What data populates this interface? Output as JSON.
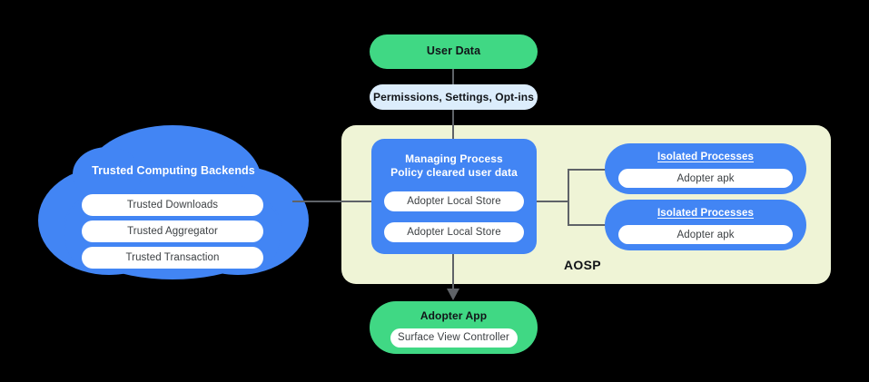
{
  "diagram": {
    "title": "AOSP trusted computing / adopter architecture",
    "background": "#000000",
    "colors": {
      "blue": "#4285f4",
      "green": "#40d884",
      "light_blue": "#dcedfc",
      "panel_yellow": "#eff4d6",
      "connector_gray": "#5f6368",
      "chip_white": "#ffffff"
    }
  },
  "user_data": {
    "label": "User Data"
  },
  "permissions": {
    "label": "Permissions,  Settings, Opt-ins"
  },
  "cloud": {
    "title": "Trusted Computing Backends",
    "items": [
      {
        "label": "Trusted Downloads"
      },
      {
        "label": "Trusted Aggregator"
      },
      {
        "label": "Trusted Transaction"
      }
    ]
  },
  "aosp": {
    "label": "AOSP"
  },
  "managing_process": {
    "title_line1": "Managing Process",
    "title_line2": "Policy cleared user data",
    "stores": [
      {
        "label": "Adopter Local Store"
      },
      {
        "label": "Adopter Local Store"
      }
    ]
  },
  "isolated_processes": [
    {
      "title": "Isolated Processes",
      "chip": "Adopter apk"
    },
    {
      "title": "Isolated Processes",
      "chip": "Adopter apk"
    }
  ],
  "adopter_app": {
    "title": "Adopter App",
    "chip": "Surface View Controller"
  }
}
